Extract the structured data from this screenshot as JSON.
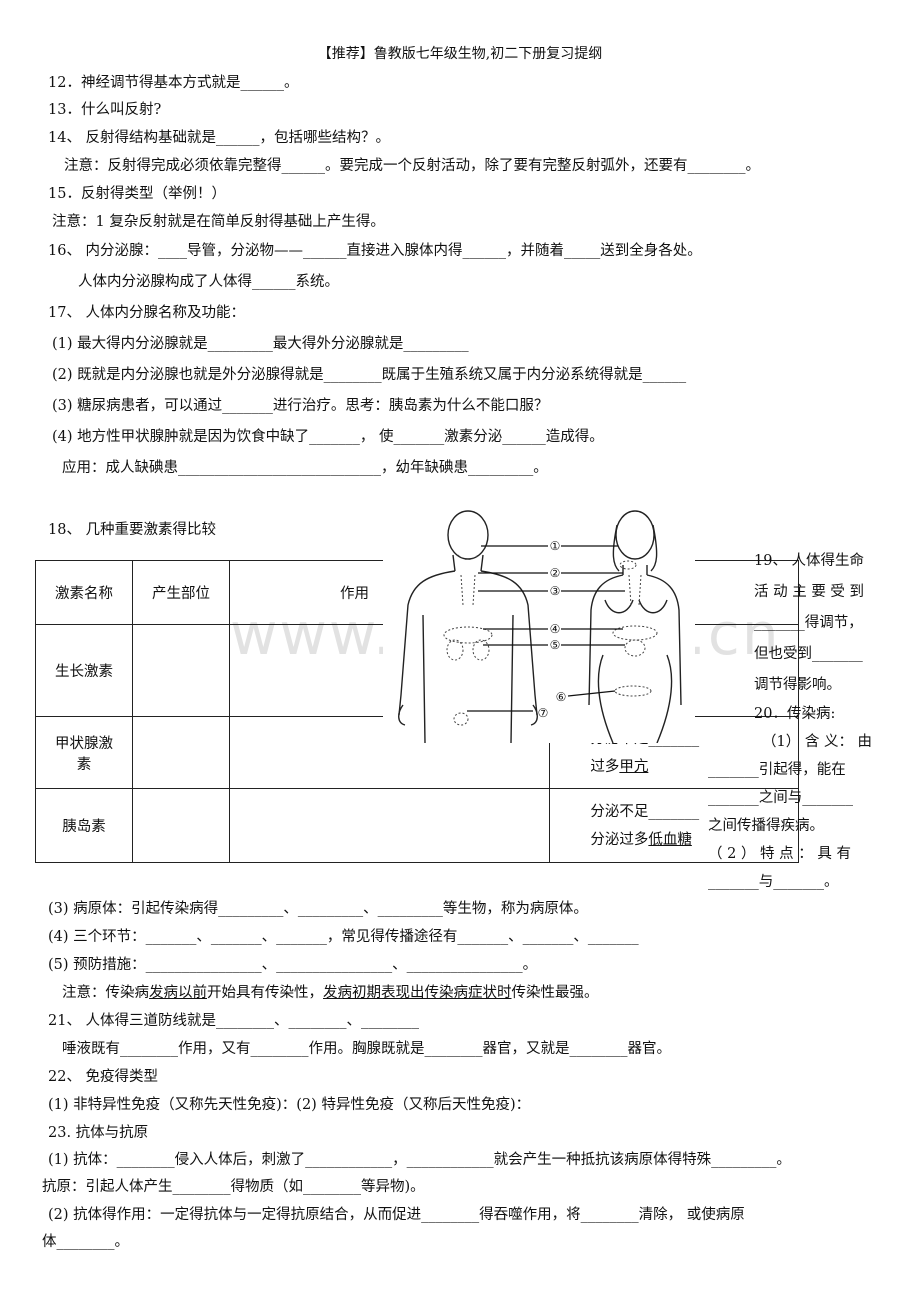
{
  "header": "【推荐】鲁教版七年级生物,初二下册复习提纲",
  "watermark": "www.zixin.com.cn",
  "lines": {
    "l12": "12．神经调节得基本方式就是______。",
    "l13": "13．什么叫反射?",
    "l14": "14、  反射得结构基础就是______，包括哪些结构？。",
    "l14n": "注意：反射得完成必须依靠完整得______。要完成一个反射活动，除了要有完整反射弧外，还要有________。",
    "l15": "15．反射得类型（举例！）",
    "l15n": "注意：1 复杂反射就是在简单反射得基础上产生得。",
    "l16": "16、  内分泌腺：____导管，分泌物——______直接进入腺体内得______，并随着_____送到全身各处。",
    "l16b": "人体内分泌腺构成了人体得______系统。",
    "l17": "17、  人体内分腺名称及功能：",
    "l17a": "(1) 最大得内分泌腺就是_________最大得外分泌腺就是_________",
    "l17b": "(2) 既就是内分泌腺也就是外分泌腺得就是________既属于生殖系统又属于内分泌系统得就是______",
    "l17c": "(3) 糖尿病患者，可以通过_______进行治疗。思考：胰岛素为什么不能口服？",
    "l17d": "(4) 地方性甲状腺肿就是因为饮食中缺了_______，      使_______激素分泌______造成得。",
    "l17e": "应用：成人缺碘患____________________________，幼年缺碘患_________。",
    "l18": "18、  几种重要激素得比较",
    "l19a": "19、  人体得生命",
    "l19b": "活 动 主 要 受 到",
    "l19c": "_______得调节，",
    "l19d": "但也受到_______",
    "l19e": "调节得影响。",
    "l20": "20．传染病:",
    "l20a": "（1） 含 义： 由",
    "l20b": "_______引起得，能在",
    "l20c": "_______之间与_______",
    "l20d": "之间传播得疾病。",
    "l20e": "（ 2 ） 特 点 ： 具 有",
    "l20f": "_______与_______。",
    "l20_3": "(3) 病原体：引起传染病得_________、_________、_________等生物，称为病原体。",
    "l20_4": "(4) 三个环节：_______、_______、_______，常见得传播途径有_______、_______、_______",
    "l20_5": "(5) 预防措施：________________、________________、________________。",
    "l20n_a": "注意：传染病",
    "l20n_b": "发病以前",
    "l20n_c": "开始具有传染性，",
    "l20n_d": "发病初期表现出传染病症状时",
    "l20n_e": "传染性最强。",
    "l21": "21、  人体得三道防线就是________、________、________",
    "l21b": "唾液既有________作用，又有________作用。胸腺既就是________器官，又就是________器官。",
    "l22": "22、  免疫得类型",
    "l22a": "(1) 非特异性免疫（又称先天性免疫)：(2) 特异性免疫（又称后天性免疫)：",
    "l23": "23. 抗体与抗原",
    "l23a": "(1) 抗体：________侵入人体后，刺激了____________，____________就会产生一种抵抗该病原体得特殊_________。",
    "l23b": "抗原：引起人体产生________得物质（如________等异物)。",
    "l23c": "(2) 抗体得作用：一定得抗体与一定得抗原结合，从而促进________得吞噬作用，将________清除，        或使病原",
    "l23d": "体________。"
  },
  "table": {
    "headers": [
      "激素名称",
      "产生部位",
      "作用"
    ],
    "rows": [
      {
        "name": "生长激素"
      },
      {
        "name_line1": "甲状腺激",
        "name_line2": "素",
        "effect_line1": "分泌不足_______",
        "effect_pre": "过多",
        "effect_val": "甲亢"
      },
      {
        "name": "胰岛素",
        "effect_line1": "分泌不足_______",
        "effect_pre": "分泌过多",
        "effect_val": "低血糖"
      }
    ]
  },
  "figure": {
    "labels": [
      "①",
      "②",
      "③",
      "④",
      "⑤",
      "⑥",
      "⑦"
    ]
  }
}
